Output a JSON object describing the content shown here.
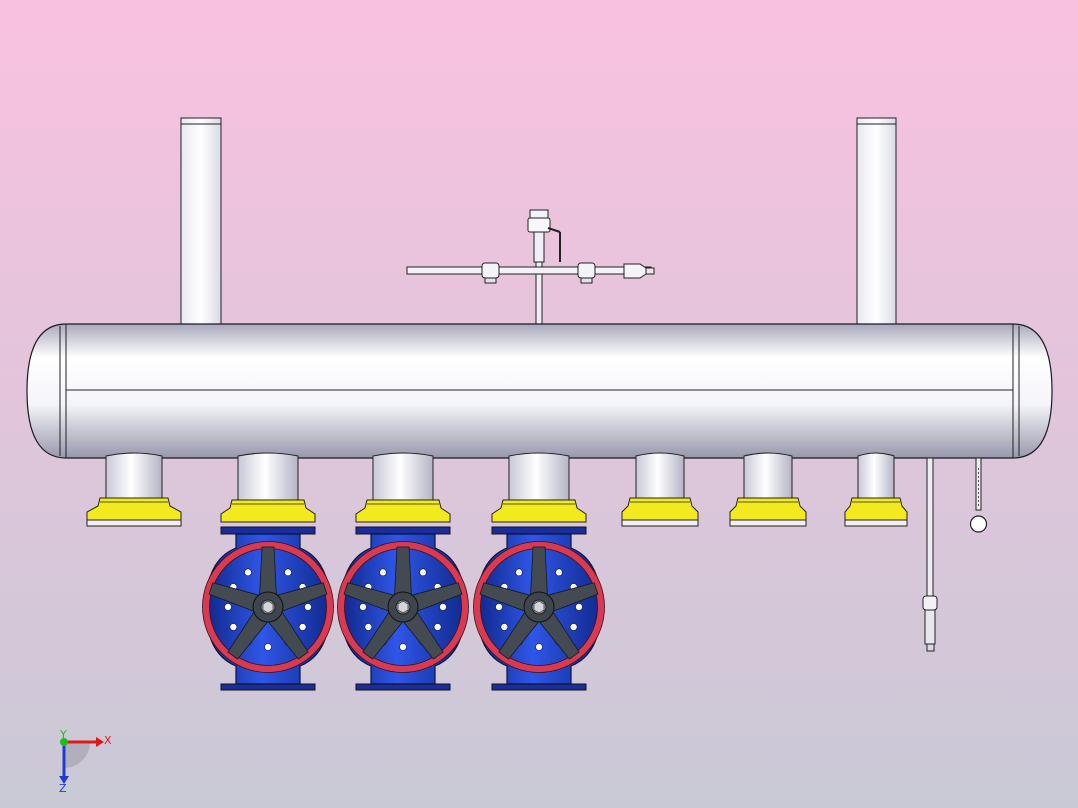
{
  "viewport": {
    "background_top": "#f9c1e0",
    "background_bottom": "#c9c9d6"
  },
  "model": {
    "pipe_color": "#e3e3ee",
    "flange_color": "#f2ea1e",
    "valve_body_color": "#1f3fc8",
    "handwheel_color": "#d83a52",
    "spoke_color": "#444a52",
    "outline_color": "#1a1a24"
  },
  "triad": {
    "x_label": "X",
    "y_label": "Y",
    "z_label": "Z",
    "x_color": "#e01818",
    "y_color": "#19c019",
    "z_color": "#2438d8"
  }
}
